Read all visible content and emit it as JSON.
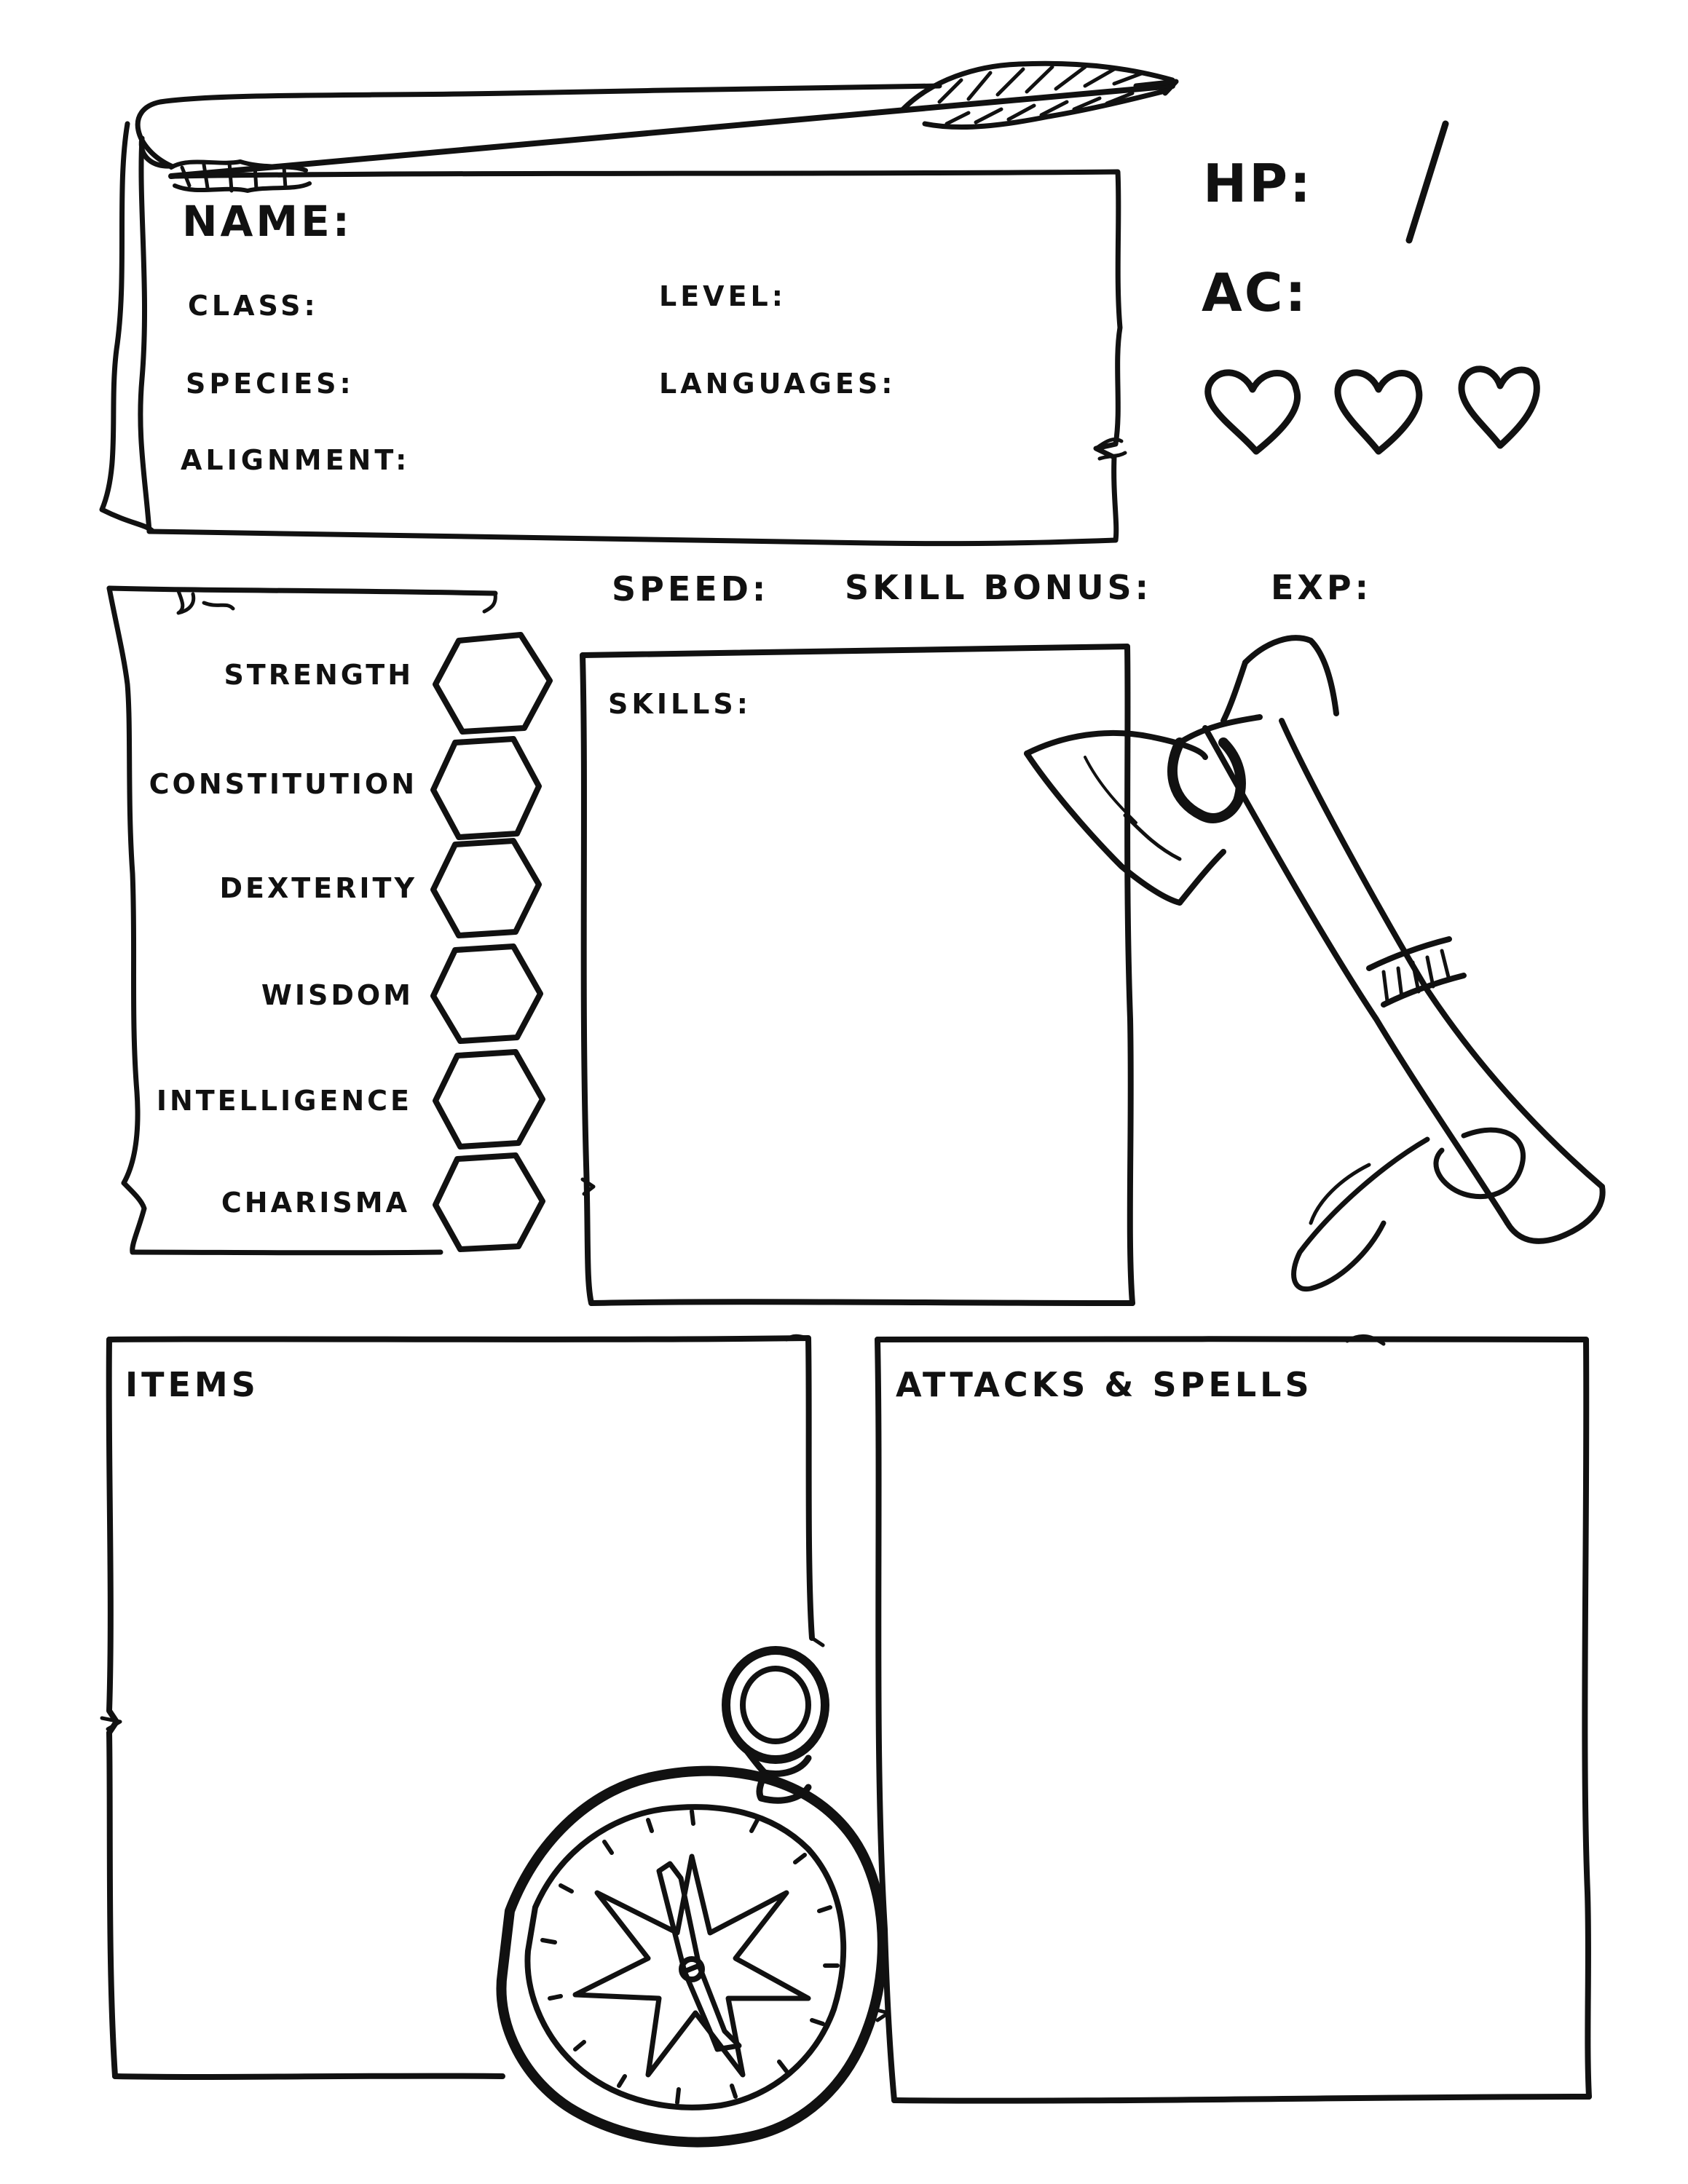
{
  "identity": {
    "name_label": "NAME:",
    "class_label": "CLASS:",
    "level_label": "LEVEL:",
    "species_label": "SPECIES:",
    "languages_label": "LANGUAGES:",
    "alignment_label": "ALIGNMENT:"
  },
  "vitals": {
    "hp_label": "HP:",
    "hp_separator": "/",
    "ac_label": "AC:",
    "hearts_count": 3
  },
  "meta": {
    "speed_label": "SPEED:",
    "skill_bonus_label": "SKILL BONUS:",
    "exp_label": "EXP:"
  },
  "stats": [
    {
      "label": "STRENGTH"
    },
    {
      "label": "CONSTITUTION"
    },
    {
      "label": "DEXTERITY"
    },
    {
      "label": "WISDOM"
    },
    {
      "label": "INTELLIGENCE"
    },
    {
      "label": "CHARISMA"
    }
  ],
  "sections": {
    "skills_label": "SKILLS:",
    "items_label": "ITEMS",
    "attacks_label": "ATTACKS & SPELLS"
  },
  "icons": [
    "arrow-icon",
    "heart-icon",
    "axe-icon",
    "compass-icon",
    "scroll-icon",
    "hexagon-icon"
  ],
  "colors": {
    "ink": "#111111",
    "paper": "#ffffff"
  }
}
